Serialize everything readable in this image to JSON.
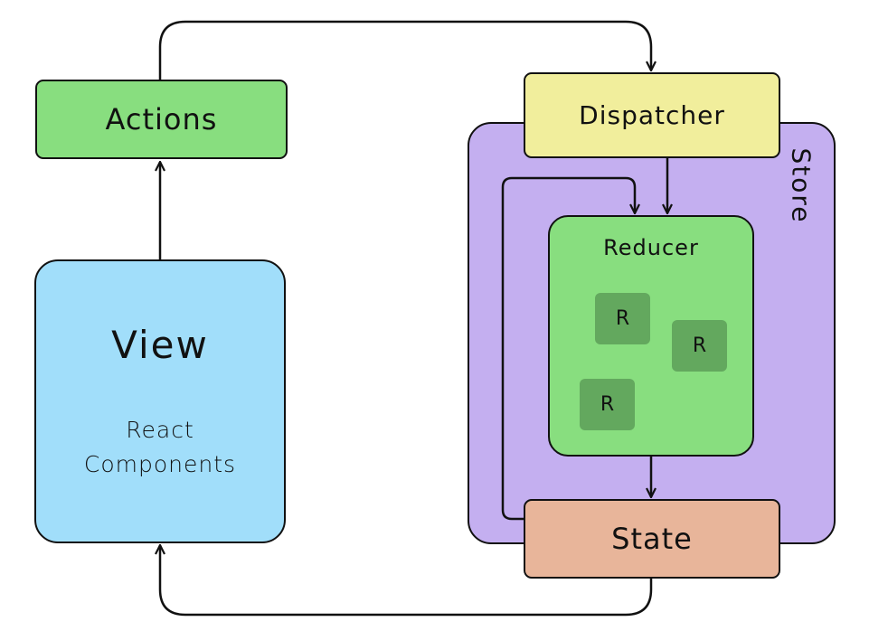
{
  "diagram": {
    "actions": {
      "label": "Actions"
    },
    "view": {
      "title": "View",
      "subtitle_line1": "React",
      "subtitle_line2": "Components"
    },
    "store": {
      "label": "Store"
    },
    "dispatcher": {
      "label": "Dispatcher"
    },
    "reducer": {
      "label": "Reducer",
      "chips": [
        "R",
        "R",
        "R"
      ]
    },
    "state": {
      "label": "State"
    }
  },
  "colors": {
    "actions": "#88de7f",
    "view": "#a1defa",
    "store": "#c4aff0",
    "dispatcher": "#f1ee9c",
    "reducer": "#88de7f",
    "reducer_chip": "#63a85e",
    "state": "#e8b59a",
    "stroke": "#111111"
  }
}
